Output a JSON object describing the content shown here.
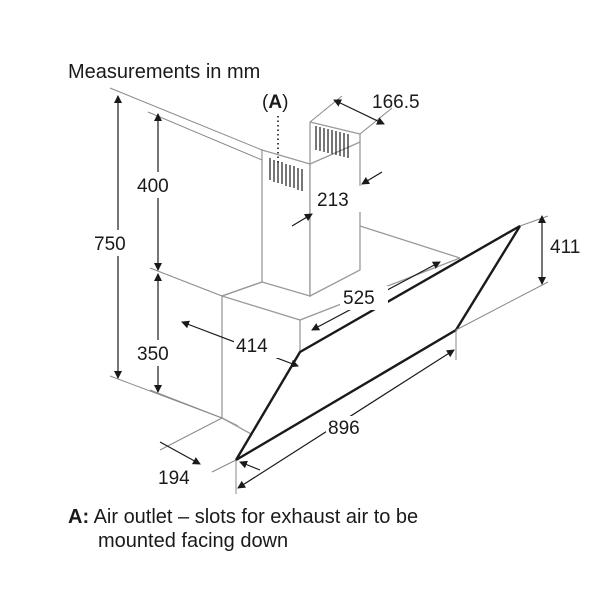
{
  "title": "Measurements in mm",
  "outlet_marker": {
    "open": "(",
    "letter": "A",
    "close": ")"
  },
  "dimensions": {
    "d750": "750",
    "d400": "400",
    "d350": "350",
    "d166_5": "166.5",
    "d213": "213",
    "d411": "411",
    "d525": "525",
    "d414": "414",
    "d896": "896",
    "d194": "194"
  },
  "note": {
    "key": "A:",
    "line1": "Air outlet – slots for exhaust air to be",
    "line2": "mounted facing down"
  }
}
